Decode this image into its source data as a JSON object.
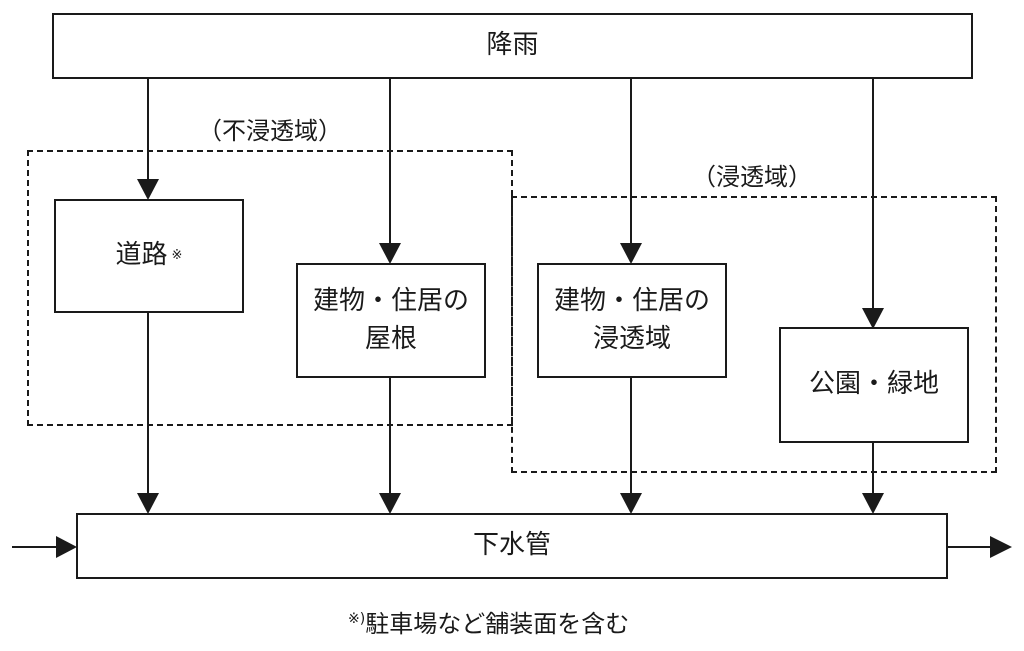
{
  "rainfall": "降雨",
  "zones": {
    "impervious": "（不浸透域）",
    "pervious": "（浸透域）"
  },
  "nodes": {
    "road": {
      "label": "道路",
      "mark": "※"
    },
    "roof": {
      "line1": "建物・住居の",
      "line2": "屋根"
    },
    "infiltration": {
      "line1": "建物・住居の",
      "line2": "浸透域"
    },
    "park": "公園・緑地"
  },
  "sewer": "下水管",
  "footnote": {
    "mark": "※)",
    "text": "駐車場など舗装面を含む"
  }
}
